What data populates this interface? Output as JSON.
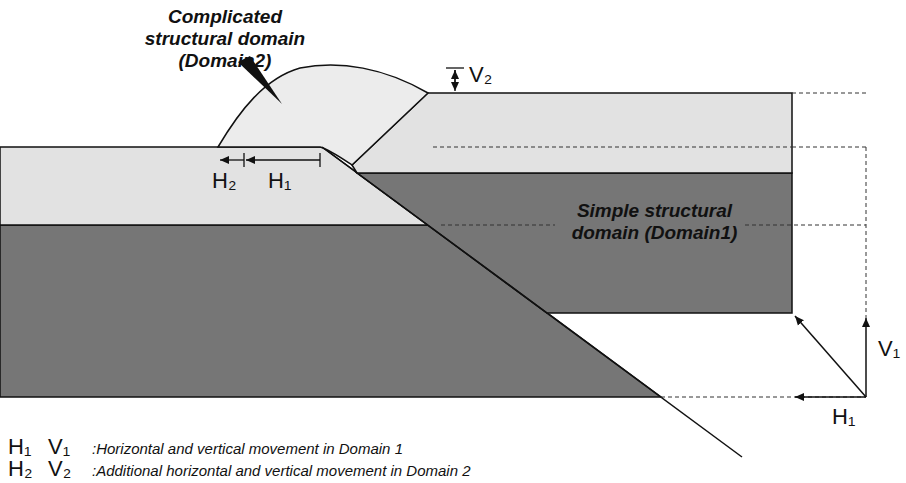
{
  "diagram": {
    "labels": [
      "Complicated structural domain (Domain2)",
      "V₂",
      "H₂",
      "H₁",
      "Simple structural domain (Domain1)",
      "V₁",
      "H₁",
      "H₁",
      "V₁",
      ":Horizontal and vertical movement in Domain 1",
      "H₂",
      "V₂",
      ":Additional horizontal and vertical movement in Domain 2"
    ]
  }
}
